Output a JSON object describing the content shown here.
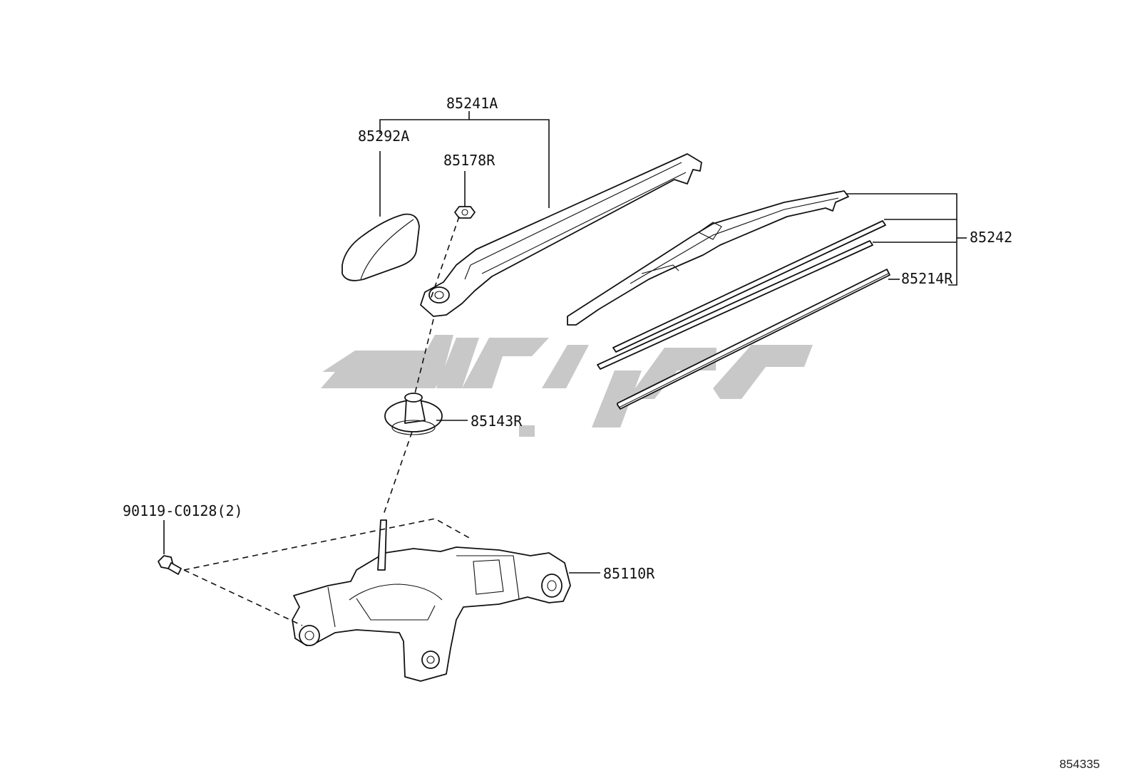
{
  "diagram": {
    "drawing_number": "854335",
    "callouts": [
      {
        "id": "85241A",
        "text": "85241A"
      },
      {
        "id": "85292A",
        "text": "85292A"
      },
      {
        "id": "85178R",
        "text": "85178R"
      },
      {
        "id": "85242",
        "text": "85242"
      },
      {
        "id": "85214R",
        "text": "85214R"
      },
      {
        "id": "85143R",
        "text": "85143R"
      },
      {
        "id": "90119-C0128",
        "text": "90119-C0128(2)"
      },
      {
        "id": "85110R",
        "text": "85110R"
      }
    ],
    "watermark_icon": "logo-watermark"
  }
}
